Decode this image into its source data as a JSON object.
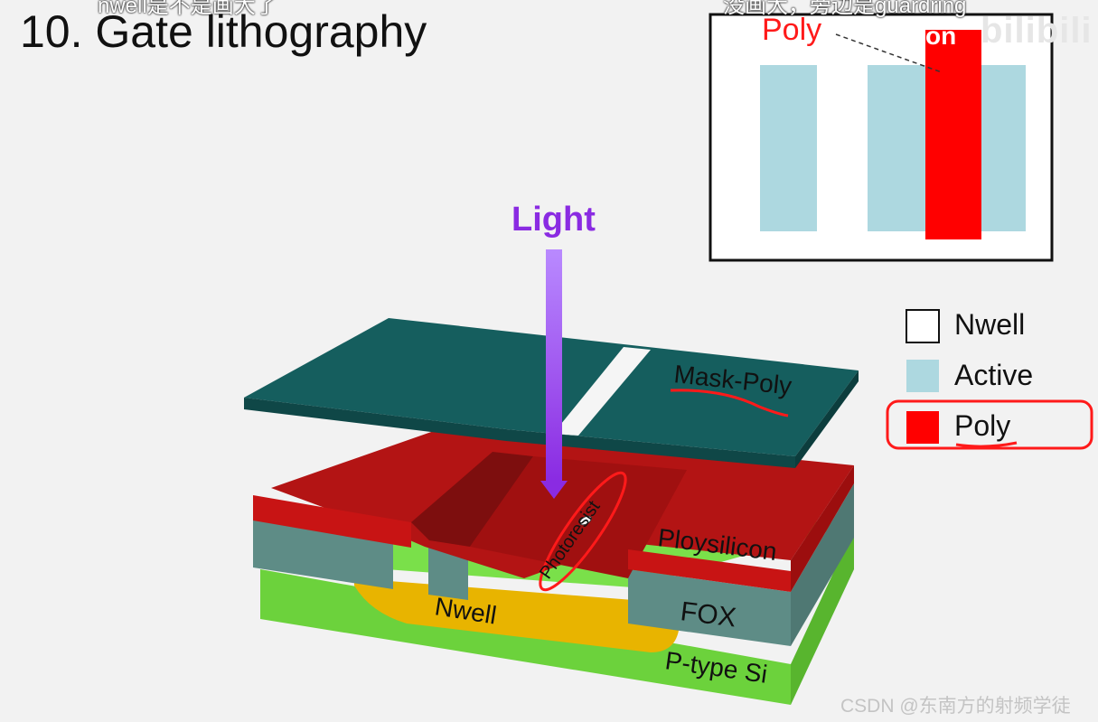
{
  "title": "10. Gate lithography",
  "subtitles": {
    "left": "nwell是不是画大了",
    "right": "没画大，旁边是guardring"
  },
  "light_label": "Light",
  "inset": {
    "poly_label": "Poly",
    "overlay_text": "on",
    "logo_text": "bilibili"
  },
  "diagram_labels": {
    "mask": "Mask-Poly",
    "photoresist": "Photoresist",
    "polysilicon": "Ploysilicon",
    "fox": "FOX",
    "nwell": "Nwell",
    "substrate": "P-type Si"
  },
  "legend": {
    "nwell": "Nwell",
    "active": "Active",
    "poly": "Poly"
  },
  "colors": {
    "mask": "#145a5a",
    "poly": "#c81414",
    "fox": "#5e8c86",
    "nwell": "#e8b400",
    "substrate": "#6cd23c",
    "active": "#add8e0",
    "light": "#8a2be2",
    "annotation": "#ff1a1a"
  },
  "watermark": "CSDN @东南方的射频学徒"
}
